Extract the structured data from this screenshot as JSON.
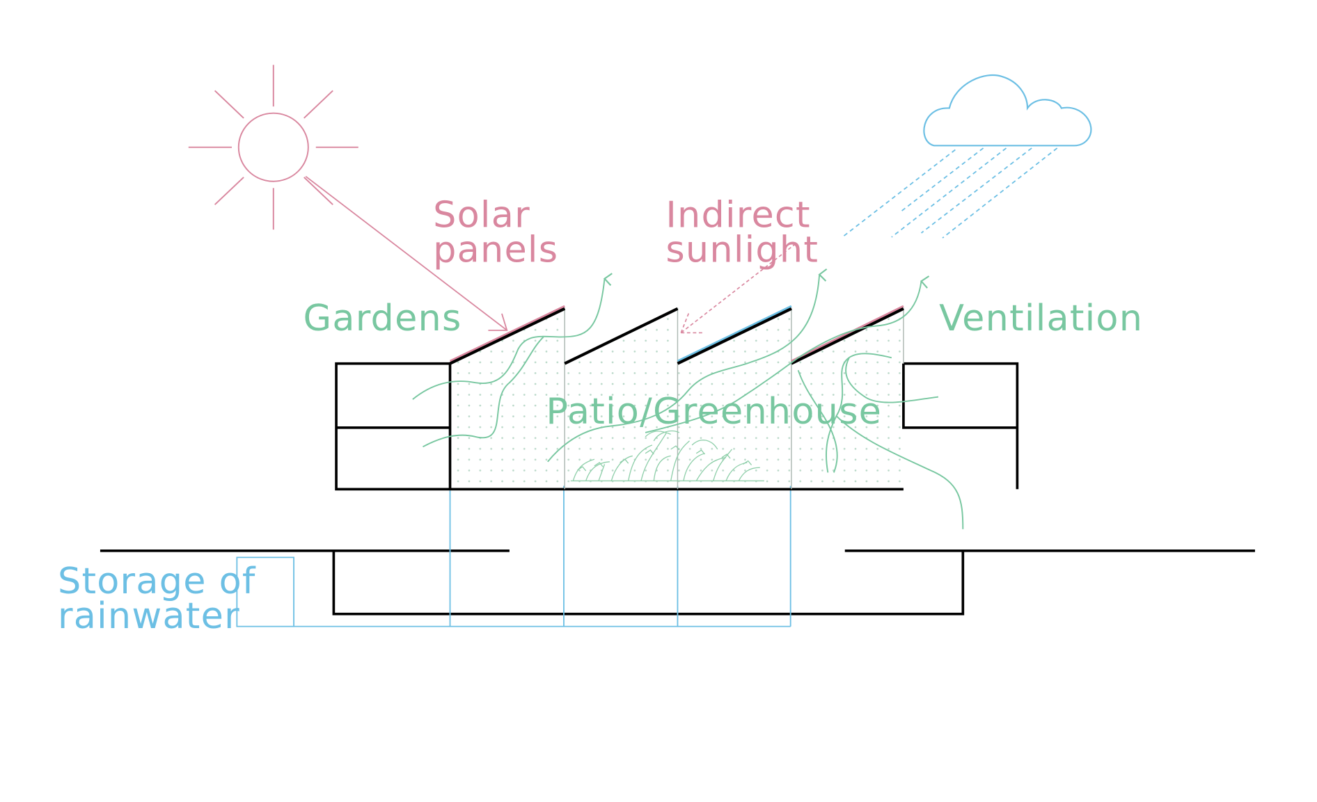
{
  "labels": {
    "solar_line1": "Solar",
    "solar_line2": "panels",
    "indirect_line1": "Indirect",
    "indirect_line2": "sunlight",
    "gardens": "Gardens",
    "ventilation": "Ventilation",
    "patio": "Patio/Greenhouse",
    "storage_line1": "Storage of",
    "storage_line2": "rainwater"
  },
  "colors": {
    "pink": "#d9879f",
    "green": "#78c7a0",
    "blue": "#6cbfe4",
    "dots": "#b9d8c8",
    "structure": "#000000"
  },
  "icons": [
    "sun-icon",
    "cloud-icon",
    "rain-lines",
    "plants-illustration"
  ]
}
